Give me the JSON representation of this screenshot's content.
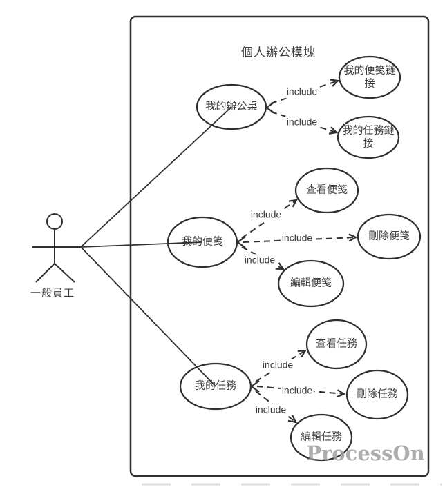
{
  "diagram": {
    "title": "個人辦公模塊",
    "watermark": "ProcessOn",
    "actor_label": "一般員工",
    "include_label": "include",
    "use_cases": {
      "my_desk": "我的辦公桌",
      "my_notes_link": {
        "line1": "我的便笺链",
        "line2": "接"
      },
      "my_tasks_link": {
        "line1": "我的任務鏈",
        "line2": "接"
      },
      "my_notes": "我的便笺",
      "view_notes": "查看便笺",
      "delete_notes": "刪除便笺",
      "edit_notes": "編輯便笺",
      "my_tasks": "我的任務",
      "view_tasks": "查看任務",
      "delete_tasks": "刪除任務",
      "edit_tasks": "編輯任務"
    },
    "relations": [
      {
        "from": "一般員工",
        "to": "我的辦公桌",
        "type": "association"
      },
      {
        "from": "一般員工",
        "to": "我的便笺",
        "type": "association"
      },
      {
        "from": "一般員工",
        "to": "我的任務",
        "type": "association"
      },
      {
        "from": "我的辦公桌",
        "to": "我的便笺链接",
        "type": "include"
      },
      {
        "from": "我的辦公桌",
        "to": "我的任務鏈接",
        "type": "include"
      },
      {
        "from": "我的便笺",
        "to": "查看便笺",
        "type": "include"
      },
      {
        "from": "我的便笺",
        "to": "刪除便笺",
        "type": "include"
      },
      {
        "from": "我的便笺",
        "to": "編輯便笺",
        "type": "include"
      },
      {
        "from": "我的任務",
        "to": "查看任務",
        "type": "include"
      },
      {
        "from": "我的任務",
        "to": "刪除任務",
        "type": "include"
      },
      {
        "from": "我的任務",
        "to": "編輯任務",
        "type": "include"
      }
    ],
    "colors": {
      "stroke": "#2f2f2f",
      "text": "#3d3d3d",
      "watermark": "#9e9e9e",
      "background": "#ffffff"
    }
  }
}
